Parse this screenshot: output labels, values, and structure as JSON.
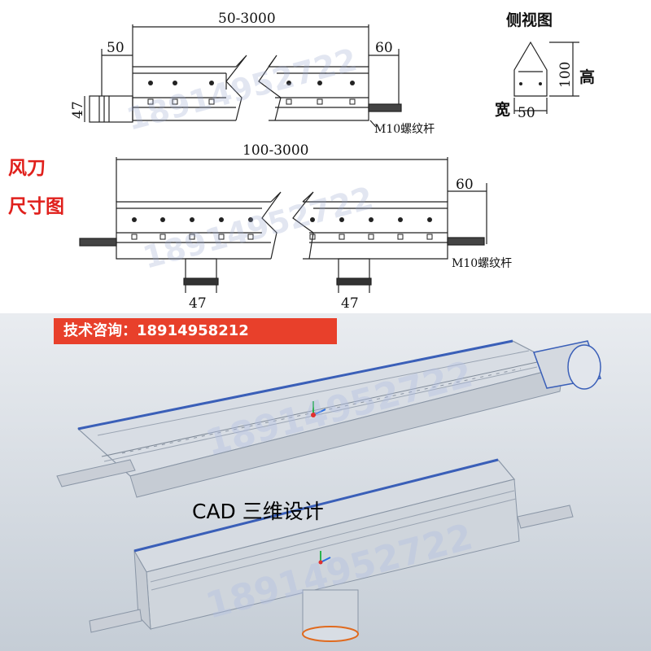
{
  "drawing": {
    "labels": {
      "title_line1": "风刀",
      "title_line2": "尺寸图",
      "side_view_title": "侧视图",
      "height_label": "高",
      "width_label": "宽"
    },
    "dims": {
      "top_overall": "50-3000",
      "top_left_offset": "50",
      "top_right_offset": "60",
      "top_motor": "47",
      "top_thread": "M10螺纹杆",
      "bottom_overall": "100-3000",
      "bottom_right_offset": "60",
      "bottom_thread": "M10螺纹杆",
      "bottom_port_1": "47",
      "bottom_port_2": "47",
      "side_height": "100",
      "side_width": "50"
    },
    "watermark": "18914952722"
  },
  "cad": {
    "banner": "技术咨询：18914958212",
    "label": "CAD 三维设计",
    "watermark": "18914952722"
  }
}
